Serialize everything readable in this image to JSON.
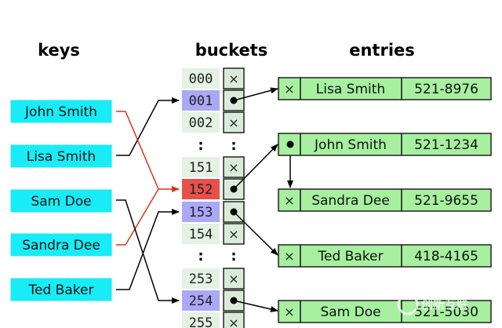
{
  "headers": {
    "keys": "keys",
    "buckets": "buckets",
    "entries": "entries"
  },
  "keys": [
    "John Smith",
    "Lisa Smith",
    "Sam Doe",
    "Sandra Dee",
    "Ted Baker"
  ],
  "buckets": [
    {
      "index": "000",
      "pointer": "×"
    },
    {
      "index": "001",
      "pointer": "",
      "highlight": "blue"
    },
    {
      "index": "002",
      "pointer": "×"
    },
    {
      "index": "151",
      "pointer": "×"
    },
    {
      "index": "152",
      "pointer": "",
      "highlight": "red"
    },
    {
      "index": "153",
      "pointer": "",
      "highlight": "blue"
    },
    {
      "index": "154",
      "pointer": "×"
    },
    {
      "index": "253",
      "pointer": "×"
    },
    {
      "index": "254",
      "pointer": "",
      "highlight": "blue"
    },
    {
      "index": "255",
      "pointer": "×"
    }
  ],
  "ellipsis": ":",
  "entries": [
    {
      "next": "×",
      "name": "Lisa Smith",
      "phone": "521-8976"
    },
    {
      "next": "",
      "name": "John Smith",
      "phone": "521-1234"
    },
    {
      "next": "×",
      "name": "Sandra Dee",
      "phone": "521-9655"
    },
    {
      "next": "×",
      "name": "Ted Baker",
      "phone": "418-4165"
    },
    {
      "next": "×",
      "name": "Sam Doe",
      "phone": "521-5030"
    }
  ],
  "watermark": "创新互联",
  "colors": {
    "key_fill": "#17ecf7",
    "bucket_fill": "#e3f2e3",
    "bucket_highlight": "#a9a9f7",
    "bucket_collision": "#e8504a",
    "entry_fill": "#a6f0a0",
    "collision_line": "#d9341e"
  }
}
